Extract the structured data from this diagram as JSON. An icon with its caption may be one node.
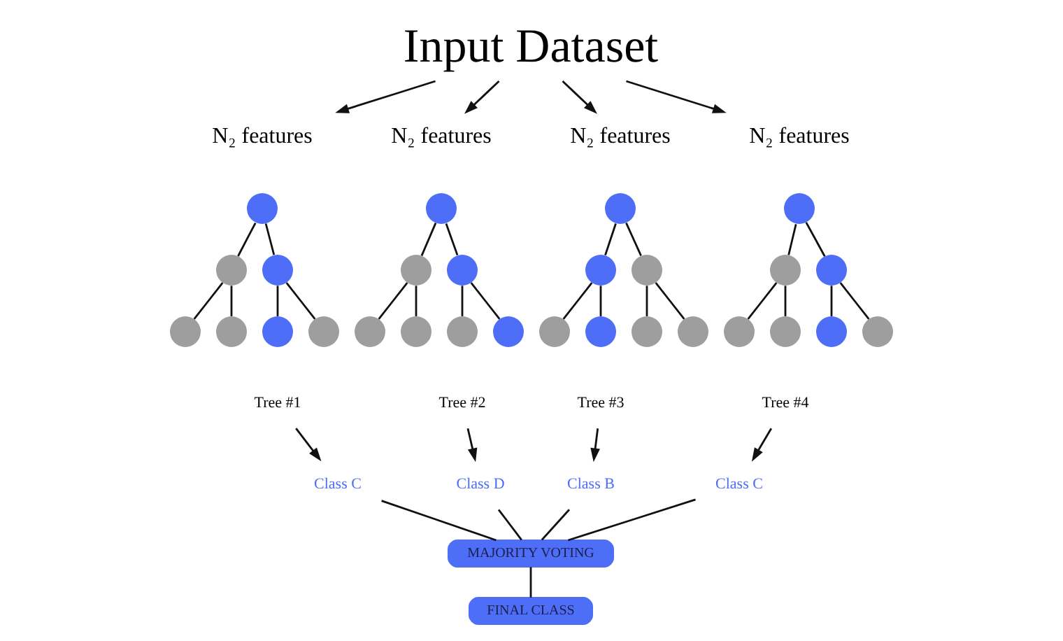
{
  "diagram": {
    "nodes": [
      {
        "text": [
          "Input Dataset"
        ]
      },
      {
        "text": [
          "N₂ features"
        ]
      },
      {
        "text": [
          "N₂ features"
        ]
      },
      {
        "text": [
          "N₂ features"
        ]
      },
      {
        "text": [
          "N₂ features"
        ]
      },
      {
        "text": [],
        "shape": "circle"
      },
      {
        "text": [],
        "shape": "circle"
      },
      {
        "text": [],
        "shape": "circle"
      },
      {
        "text": [],
        "shape": "circle"
      },
      {
        "text": [],
        "shape": "circle"
      },
      {
        "text": [],
        "shape": "circle"
      },
      {
        "text": [],
        "shape": "circle"
      },
      {
        "text": [],
        "shape": "circle"
      },
      {
        "text": [],
        "shape": "circle"
      },
      {
        "text": [],
        "shape": "circle"
      },
      {
        "text": [],
        "shape": "circle"
      },
      {
        "text": [],
        "shape": "circle"
      },
      {
        "text": [],
        "shape": "circle"
      },
      {
        "text": [],
        "shape": "circle"
      },
      {
        "text": [],
        "shape": "circle"
      },
      {
        "text": [],
        "shape": "circle"
      },
      {
        "text": [],
        "shape": "circle"
      },
      {
        "text": [],
        "shape": "circle"
      },
      {
        "text": [],
        "shape": "circle"
      },
      {
        "text": [],
        "shape": "circle"
      },
      {
        "text": [],
        "shape": "circle"
      },
      {
        "text": [],
        "shape": "circle"
      },
      {
        "text": [],
        "shape": "circle"
      },
      {
        "text": [],
        "shape": "circle"
      },
      {
        "text": [],
        "shape": "circle"
      },
      {
        "text": [],
        "shape": "circle"
      },
      {
        "text": [],
        "shape": "circle"
      },
      {
        "text": [],
        "shape": "circle"
      },
      {
        "text": [
          "Tree #1"
        ]
      },
      {
        "text": [
          "Tree #2"
        ]
      },
      {
        "text": [
          "Tree #3"
        ]
      },
      {
        "text": [
          "Tree #4"
        ]
      },
      {
        "text": [
          "Class C"
        ]
      },
      {
        "text": [
          "Class D"
        ]
      },
      {
        "text": [
          "Class B"
        ]
      },
      {
        "text": [
          "Class C"
        ]
      },
      {
        "text": [
          "MAJORITY VOTING"
        ]
      },
      {
        "text": [
          "FINAL CLASS"
        ]
      }
    ],
    "edges": [
      {
        "from": 0,
        "to": 1,
        "arrow": "to"
      },
      {
        "from": 0,
        "to": 2,
        "arrow": "to"
      },
      {
        "from": 0,
        "to": 3,
        "arrow": "to"
      },
      {
        "from": 0,
        "to": 4,
        "arrow": "to"
      },
      {
        "from": 5,
        "to": 6,
        "arrow": "none"
      },
      {
        "from": 5,
        "to": 7,
        "arrow": "none"
      },
      {
        "from": 6,
        "to": 8,
        "arrow": "none"
      },
      {
        "from": 6,
        "to": 9,
        "arrow": "none"
      },
      {
        "from": 7,
        "to": 10,
        "arrow": "none"
      },
      {
        "from": 7,
        "to": 11,
        "arrow": "none"
      },
      {
        "from": 12,
        "to": 13,
        "arrow": "none"
      },
      {
        "from": 12,
        "to": 14,
        "arrow": "none"
      },
      {
        "from": 13,
        "to": 15,
        "arrow": "none"
      },
      {
        "from": 13,
        "to": 16,
        "arrow": "none"
      },
      {
        "from": 14,
        "to": 17,
        "arrow": "none"
      },
      {
        "from": 14,
        "to": 18,
        "arrow": "none"
      },
      {
        "from": 19,
        "to": 20,
        "arrow": "none"
      },
      {
        "from": 19,
        "to": 21,
        "arrow": "none"
      },
      {
        "from": 20,
        "to": 22,
        "arrow": "none"
      },
      {
        "from": 20,
        "to": 23,
        "arrow": "none"
      },
      {
        "from": 21,
        "to": 24,
        "arrow": "none"
      },
      {
        "from": 21,
        "to": 25,
        "arrow": "none"
      },
      {
        "from": 26,
        "to": 27,
        "arrow": "none"
      },
      {
        "from": 26,
        "to": 28,
        "arrow": "none"
      },
      {
        "from": 27,
        "to": 29,
        "arrow": "none"
      },
      {
        "from": 27,
        "to": 30,
        "arrow": "none"
      },
      {
        "from": 28,
        "to": 31,
        "arrow": "none"
      },
      {
        "from": 28,
        "to": 32,
        "arrow": "none"
      },
      {
        "from": 33,
        "to": 37,
        "arrow": "to"
      },
      {
        "from": 34,
        "to": 38,
        "arrow": "to"
      },
      {
        "from": 35,
        "to": 39,
        "arrow": "to"
      },
      {
        "from": 36,
        "to": 40,
        "arrow": "to"
      },
      {
        "from": 37,
        "to": 41,
        "arrow": "none"
      },
      {
        "from": 38,
        "to": 41,
        "arrow": "none"
      },
      {
        "from": 39,
        "to": 41,
        "arrow": "none"
      },
      {
        "from": 40,
        "to": 41,
        "arrow": "none"
      },
      {
        "from": 41,
        "to": 42,
        "arrow": "none"
      }
    ]
  }
}
